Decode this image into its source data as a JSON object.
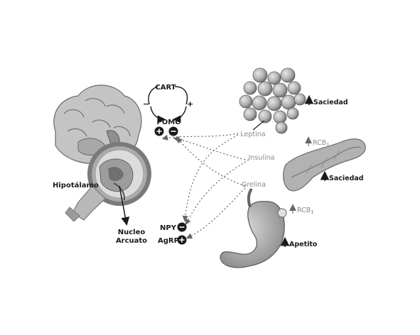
{
  "labels": {
    "cart": "CART",
    "minus_sign": "−",
    "plus_sign": "+",
    "pomc": "POMC",
    "leptina": "Leptina",
    "insulina": "Insulina",
    "grelina": "Grelina",
    "npy": "NPY",
    "agrp": "AgRP",
    "hipotalamo": "Hipotálamo",
    "nucleo": "Nucleo",
    "arcuato": "Arcuato",
    "saciedad_fat": "Saciedad",
    "saciedad_pancreas": "Saciedad",
    "rcb_pancreas": "RCB",
    "rcb_stomach": "RCB",
    "rcb_subscript": "1",
    "apetito": "Apetito"
  },
  "colors": {
    "dark": "#1a1a1a",
    "grey_label": "#8a8a8a",
    "tissue_light": "#cfcfcf",
    "tissue_mid": "#9a9a9a",
    "tissue_dark": "#555555"
  }
}
